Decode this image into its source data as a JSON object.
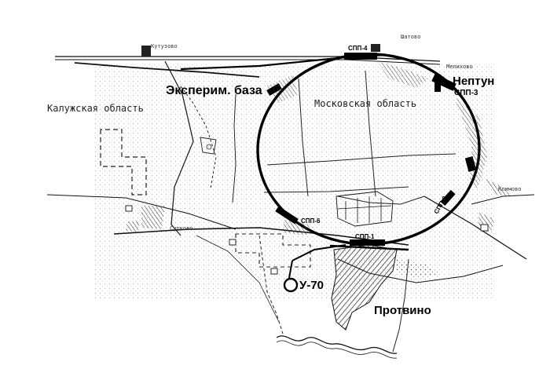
{
  "map": {
    "regions": {
      "kaluga": "Калужская область",
      "moscow": "Московская область"
    },
    "labels": {
      "exper_base": "Эксперим. база",
      "neptun": "Нептун",
      "spp3": "СПП-3",
      "spp4": "СПП-4",
      "spp2": "СПП-2",
      "spp1": "СПП-1",
      "spp6": "СПП-6",
      "u70": "У-70",
      "protvino": "Протвино"
    },
    "villages": {
      "top_left": "Кутузово",
      "shatovo": "Шатово",
      "top_right": "Мелихово",
      "right": "Климово",
      "left_bottom": "Сурково"
    },
    "colors": {
      "ink": "#111111",
      "paper": "#ffffff"
    }
  }
}
